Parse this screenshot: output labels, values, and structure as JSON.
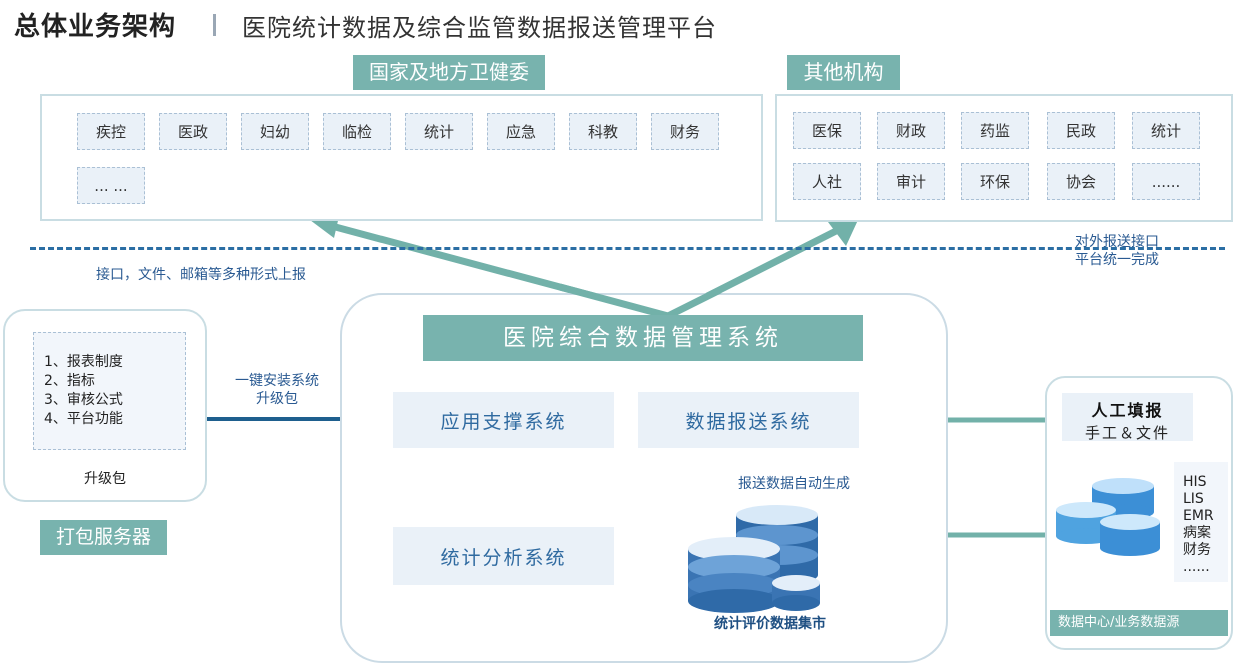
{
  "header": {
    "main_title": "总体业务架构",
    "sub_title": "医院统计数据及综合监管数据报送管理平台"
  },
  "national": {
    "label": "国家及地方卫健委",
    "items": [
      "疾控",
      "医政",
      "妇幼",
      "临检",
      "统计",
      "应急",
      "科教",
      "财务",
      "... ..."
    ]
  },
  "other": {
    "label": "其他机构",
    "items": [
      "医保",
      "财政",
      "药监",
      "民政",
      "统计",
      "人社",
      "审计",
      "环保",
      "协会",
      "......"
    ]
  },
  "notes": {
    "left_report": "接口，文件、邮箱等多种形式上报",
    "right_report_line1": "对外报送接口",
    "right_report_line2": "平台统一完成",
    "install_line1": "一键安装系统",
    "install_line2": "升级包",
    "auto_gen": "报送数据自动生成"
  },
  "package": {
    "items": [
      "1、报表制度",
      "2、指标",
      "3、审核公式",
      "4、平台功能"
    ],
    "caption": "升级包",
    "server_label": "打包服务器"
  },
  "system": {
    "title": "医院综合数据管理系统",
    "app_support": "应用支撑系统",
    "data_report": "数据报送系统",
    "stat_analysis": "统计分析系统",
    "datamart": "统计评价数据集市"
  },
  "sources": {
    "manual_title": "人工填报",
    "manual_sub": "手工＆文件",
    "systems": [
      "HIS",
      "LIS",
      "EMR",
      "病案",
      "财务",
      "......"
    ],
    "footer": "数据中心/业务数据源"
  },
  "colors": {
    "teal": "#78b3ae",
    "arrow_teal": "#72b1a9",
    "arrow_blue": "#1e5f8e",
    "dash_blue": "#2b6ea4",
    "cell_bg": "#eaf1f8",
    "db_blue": "#4fa3e0"
  }
}
